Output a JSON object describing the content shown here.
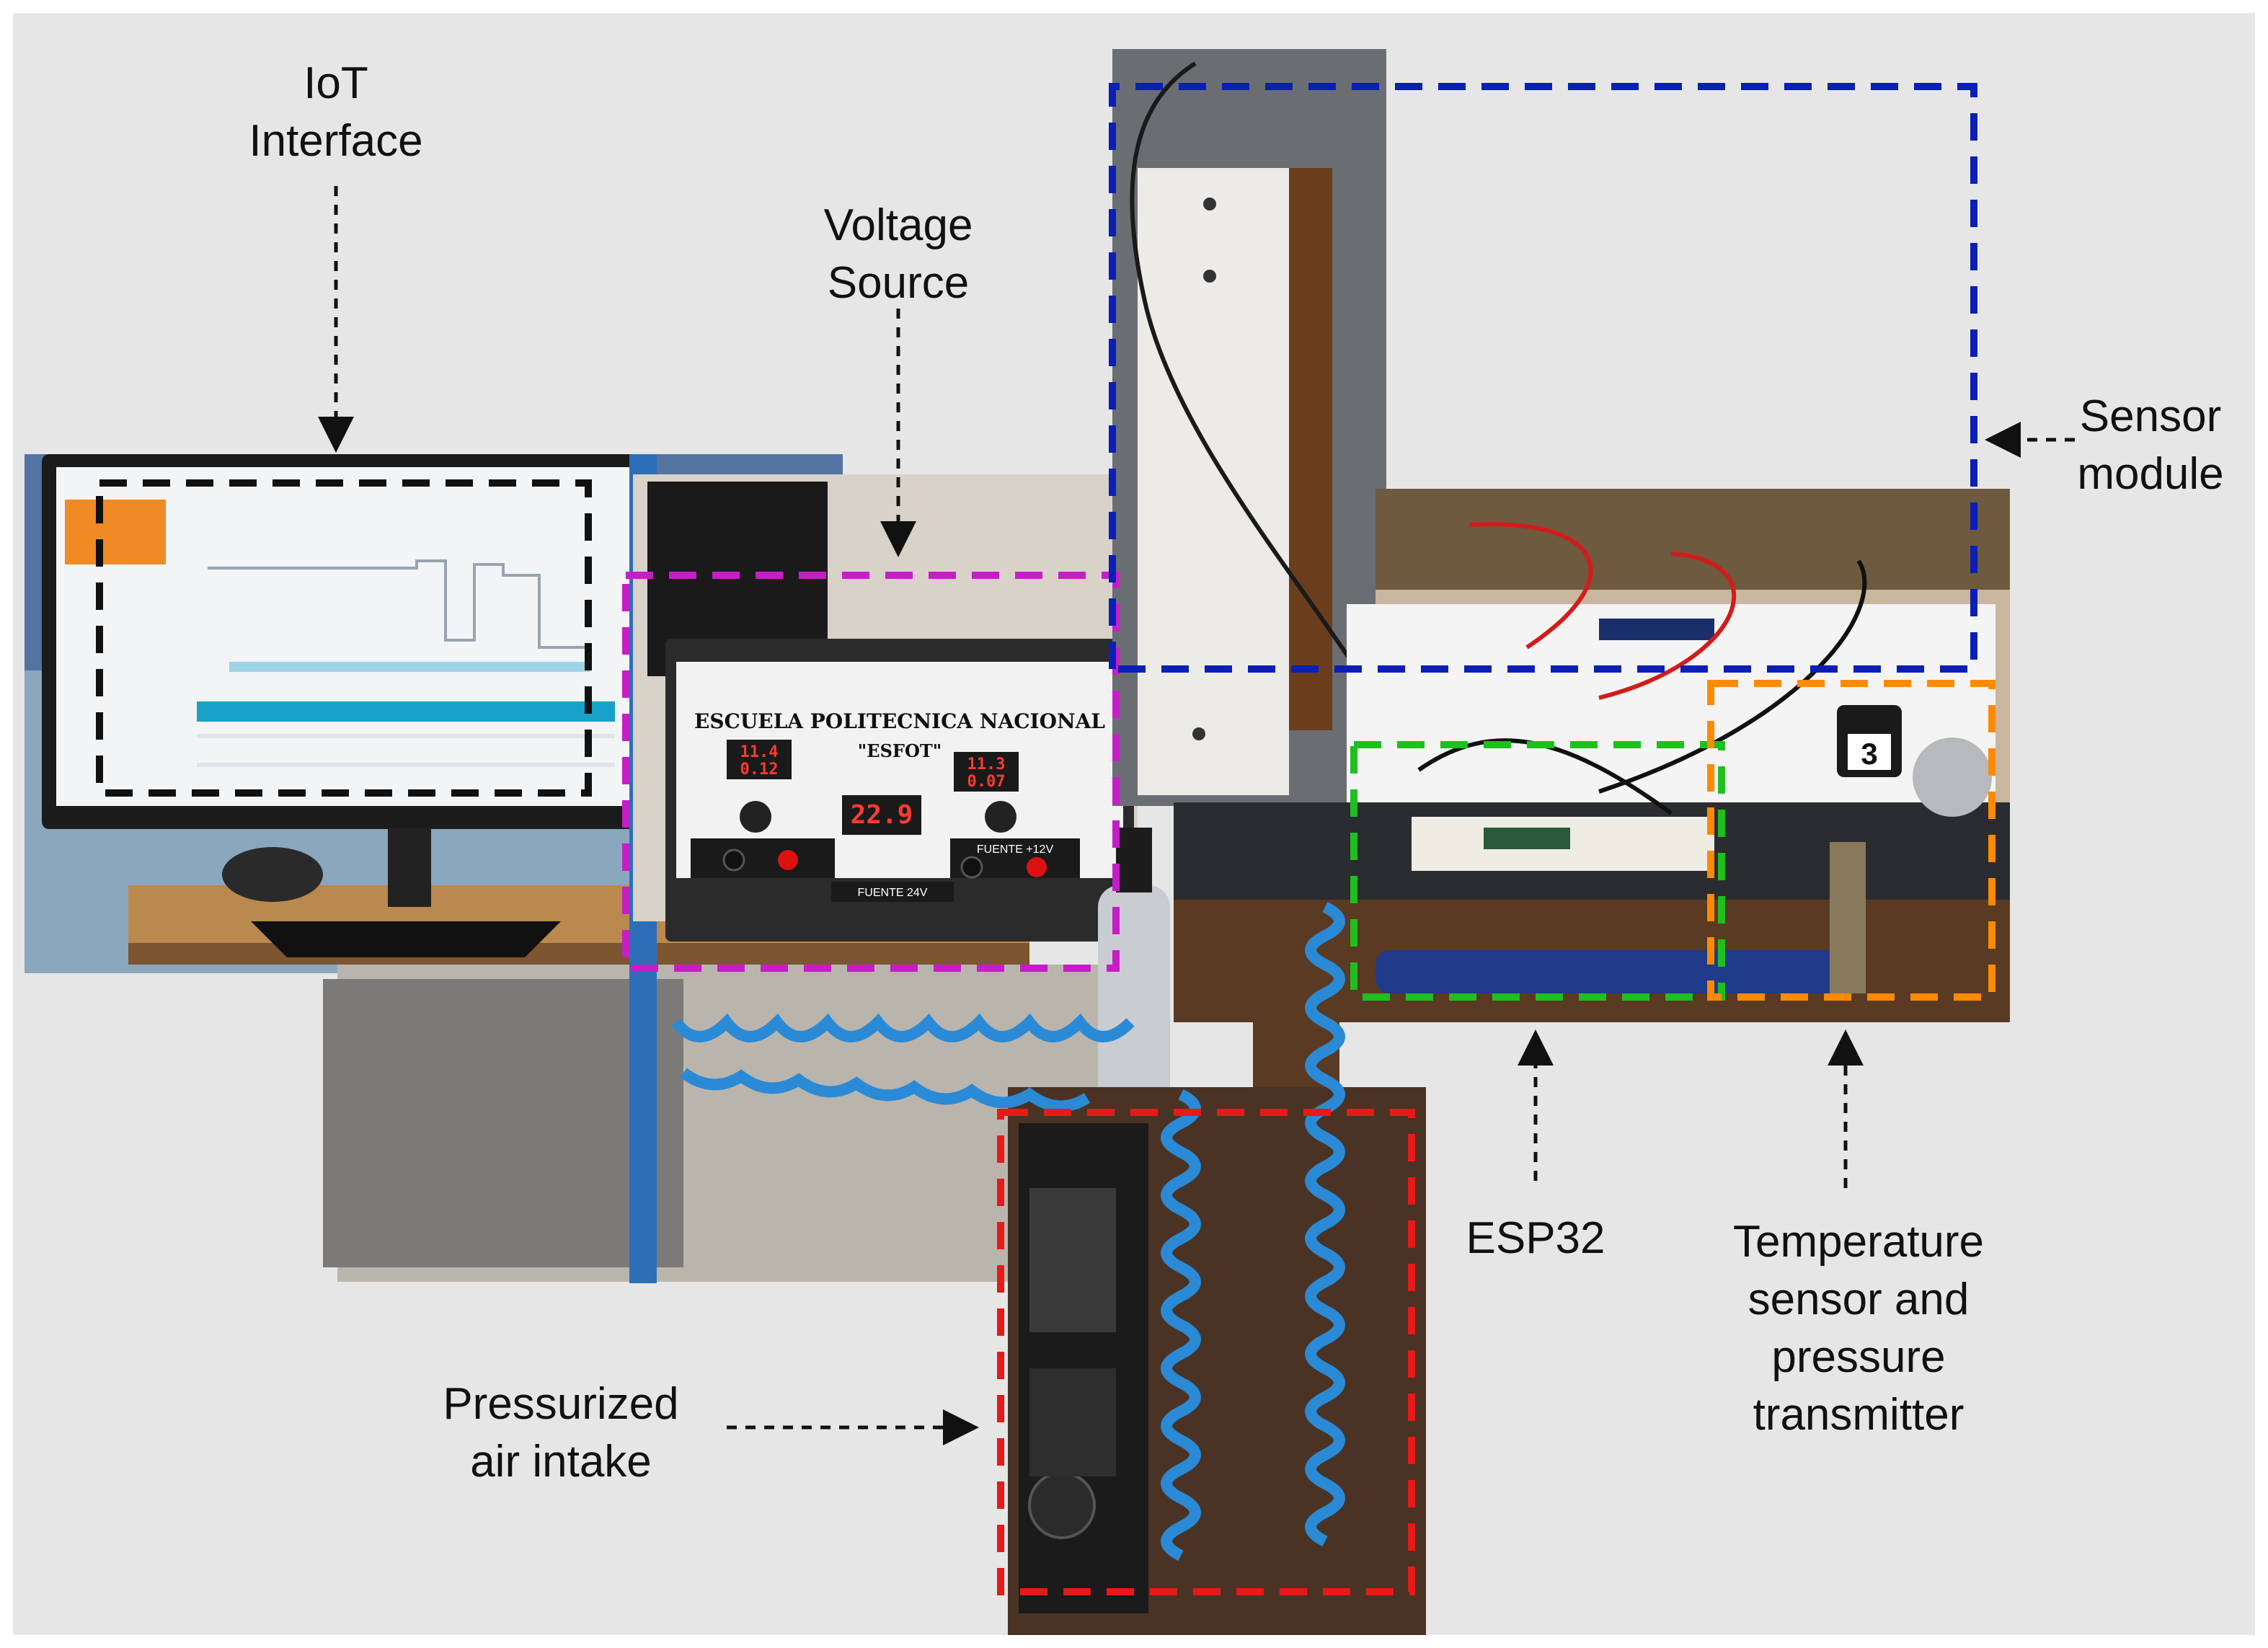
{
  "labels": {
    "iot_interface": "IoT\nInterface",
    "voltage_source": "Voltage\nSource",
    "sensor_module": "Sensor\nmodule",
    "esp32": "ESP32",
    "temperature_pressure": "Temperature\nsensor and\npressure\ntransmitter",
    "pressurized_air": "Pressurized\nair intake"
  },
  "psu": {
    "brand": "ESCUELA POLITECNICA NACIONAL",
    "model": "\"ESFOT\"",
    "display_center": "22.9",
    "display_left_top": "11.4",
    "display_left_bottom": "0.12",
    "display_right_top": "11.3",
    "display_right_bottom": "0.07",
    "panel_label_left": "FUENTE 24V",
    "panel_label_right": "FUENTE +12V"
  },
  "sensor_tag": "3",
  "colors": {
    "background": "#e6e6e6",
    "iot_box": "#111111",
    "voltage_box": "#c61ec6",
    "sensor_box": "#0a1fb5",
    "esp32_box": "#1fbf1f",
    "temp_pressure_box": "#ff8a00",
    "air_intake_box": "#e81919",
    "hose": "#2a8ad6"
  }
}
